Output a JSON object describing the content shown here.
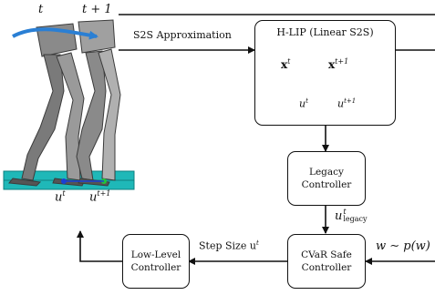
{
  "robot": {
    "label_t": "t",
    "label_t1": "t + 1",
    "label_u": "u",
    "label_u_sup": "t",
    "label_u1": "u",
    "label_u1_sup": "t+1"
  },
  "top_arrow_label": "S2S Approximation",
  "hlip": {
    "title": "H-LIP (Linear S2S)",
    "x_label": "x",
    "x_sup": "t",
    "x1_label": "x",
    "x1_sup": "t+1",
    "u_label": "u",
    "u_sup": "t",
    "u1_label": "u",
    "u1_sup": "t+1"
  },
  "legacy": {
    "line1": "Legacy",
    "line2": "Controller"
  },
  "legacy_output": {
    "base": "u",
    "sup": "t",
    "sub": "legacy"
  },
  "cvar": {
    "line1": "CVaR Safe",
    "line2": "Controller"
  },
  "disturbance": "w ∼ p(w)",
  "lowlevel": {
    "line1": "Low-Level",
    "line2": "Controller"
  },
  "step_size": {
    "text": "Step Size u",
    "sup": "t"
  },
  "colors": {
    "ground": "#1fb8b8",
    "arrow_blue": "#2a7fd4",
    "robot": "#6e6e6e"
  }
}
